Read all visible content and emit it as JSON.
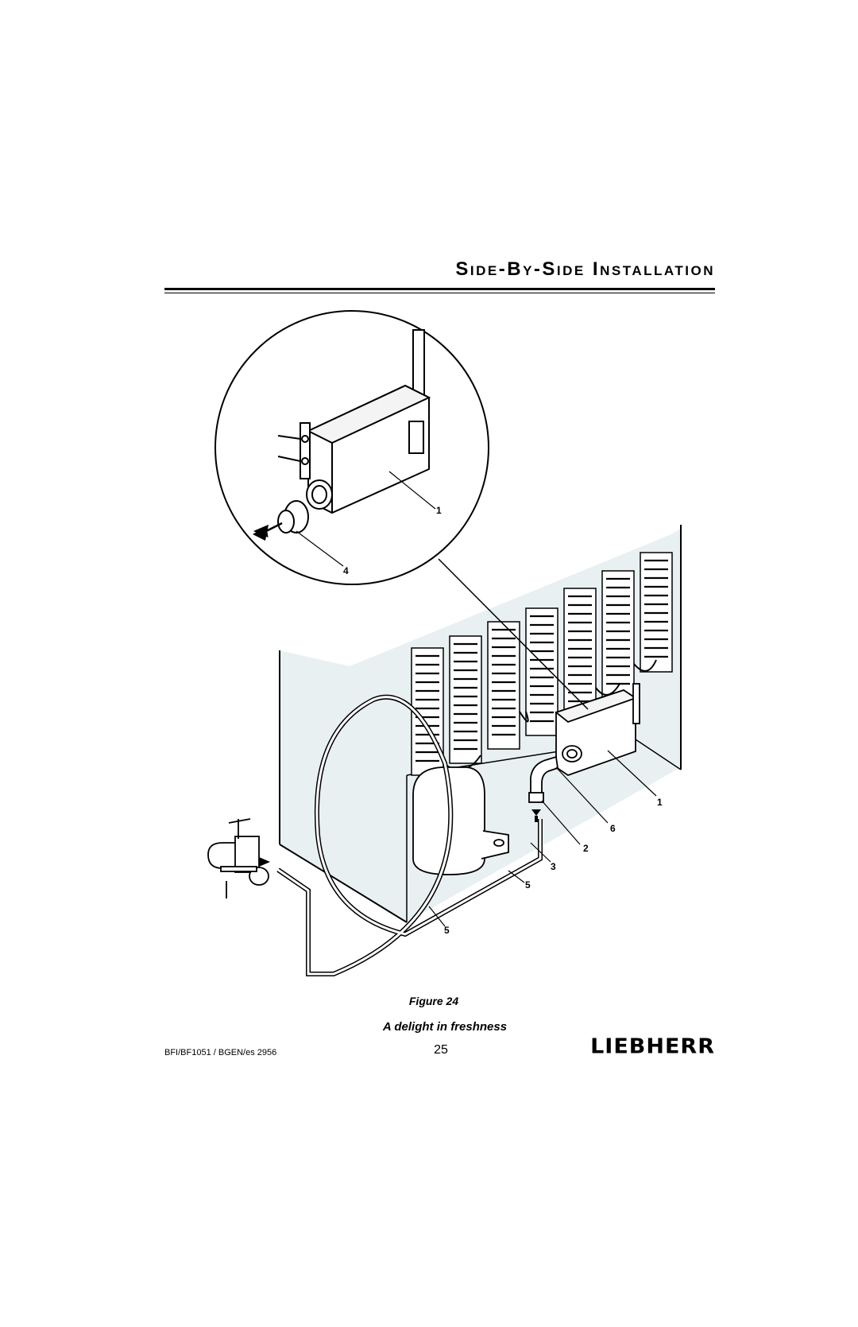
{
  "header": {
    "title": "Side-By-Side Installation"
  },
  "figure": {
    "callouts": {
      "detail_1": "1",
      "detail_4": "4",
      "main_1": "1",
      "main_6": "6",
      "main_2": "2",
      "main_3": "3",
      "main_5a": "5",
      "main_5b": "5"
    },
    "caption": "Figure 24"
  },
  "footer": {
    "slogan": "A delight in freshness",
    "document_code": "BFI/BF1051 / BGEN/es 2956",
    "page_number": "25",
    "brand": "LIEBHERR"
  },
  "colors": {
    "cabinet_fill": "#e8f0f2",
    "line": "#000000",
    "background": "#ffffff"
  }
}
